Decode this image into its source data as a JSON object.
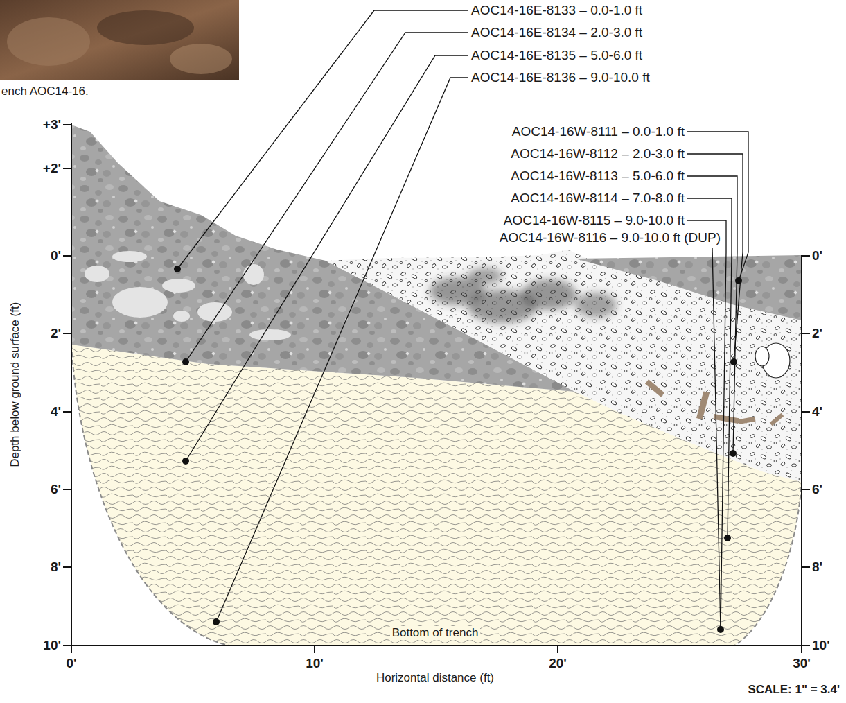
{
  "diagram": {
    "labels": [
      "ench AOC14-16.",
      "AOC14-16E-8133 – 0.0-1.0 ft",
      "AOC14-16E-8134 – 2.0-3.0 ft",
      "AOC14-16E-8135 – 5.0-6.0 ft",
      "AOC14-16E-8136 – 9.0-10.0 ft",
      "AOC14-16W-8111 – 0.0-1.0 ft",
      "AOC14-16W-8112 – 2.0-3.0 ft",
      "AOC14-16W-8113 – 5.0-6.0 ft",
      "AOC14-16W-8114 – 7.0-8.0 ft",
      "AOC14-16W-8115 – 9.0-10.0 ft",
      "AOC14-16W-8116 – 9.0-10.0 ft (DUP)",
      "+3'",
      "+2'",
      "0'",
      "2'",
      "4'",
      "6'",
      "8'",
      "10'",
      "0'",
      "2'",
      "4'",
      "6'",
      "8'",
      "10'",
      "0'",
      "10'",
      "20'",
      "30'",
      "Depth below ground surface (ft)",
      "Horizontal distance (ft)",
      "SCALE: 1\" = 3.4'",
      "Bottom of trench"
    ]
  }
}
